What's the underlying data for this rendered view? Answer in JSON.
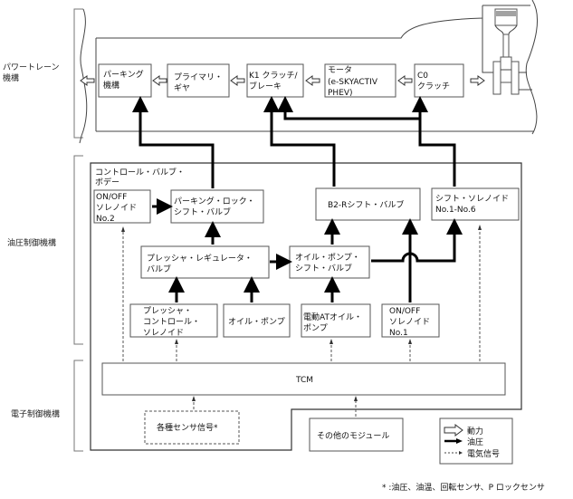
{
  "sections": {
    "powertrain": [
      "パワートレーン",
      "機構"
    ],
    "hydraulic": "油圧制御機構",
    "electronic": "電子制御機構"
  },
  "powertrain_boxes": {
    "parking": [
      "パーキング",
      "機構"
    ],
    "primary_gear": [
      "プライマリ・",
      "ギヤ"
    ],
    "k1": [
      "K1 クラッチ/",
      "ブレーキ"
    ],
    "motor": [
      "モータ",
      "(e-SKYACTIV",
      "PHEV)"
    ],
    "c0": [
      "C0",
      "クラッチ"
    ]
  },
  "control_valve_body": [
    "コントロール・バルブ・",
    "ボデー"
  ],
  "hydraulic_boxes": {
    "onoff2": [
      "ON/OFF",
      "ソレノイド",
      "No.2"
    ],
    "parking_lock_valve": [
      "パーキング・ロック・",
      "シフト・バルブ"
    ],
    "b2r_valve": "B2-Rシフト・バルブ",
    "shift_solenoid": [
      "シフト・ソレノイド",
      "No.1-No.6"
    ],
    "pressure_regulator": [
      "プレッシャ・レギュレータ・",
      "バルブ"
    ],
    "oil_pump_shift_valve": [
      "オイル・ポンプ・",
      "シフト・バルブ"
    ],
    "pressure_control_solenoid": [
      "プレッシャ・",
      "コントロール・",
      "ソレノイド"
    ],
    "oil_pump": "オイル・ポンプ",
    "electric_oil_pump": [
      "電動ATオイル・",
      "ポンプ"
    ],
    "onoff1": [
      "ON/OFF",
      "ソレノイド",
      "No.1"
    ]
  },
  "electronic_boxes": {
    "tcm": "TCM",
    "sensors": "各種センサ信号*",
    "other_modules": "その他のモジュール"
  },
  "legend": {
    "power": "動力",
    "hydraulic": "油圧",
    "electric": "電気信号"
  },
  "footnote": "* :油圧、油温、回転センサ、P ロックセンサ"
}
